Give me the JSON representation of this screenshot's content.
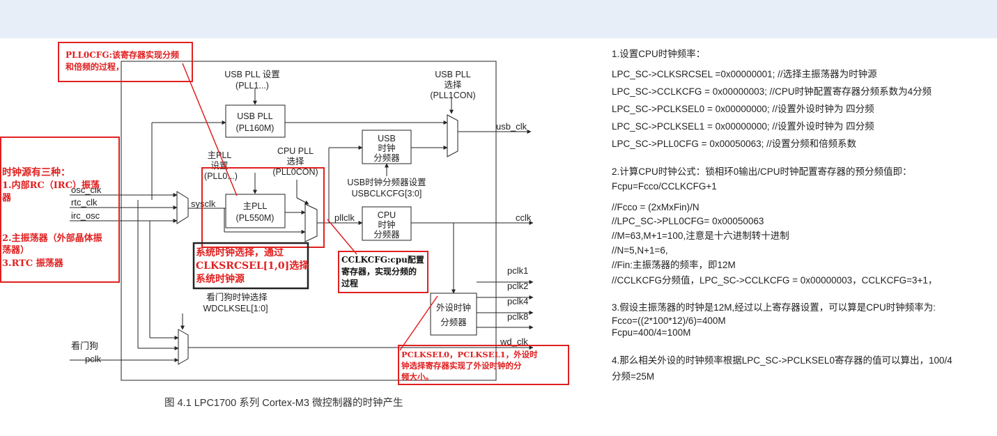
{
  "diagram": {
    "caption": "图 4.1   LPC1700 系列 Cortex-M3 微控制器的时钟产生",
    "inputs": {
      "osc": "osc_clk",
      "rtc": "rtc_clk",
      "irc": "irc_osc",
      "watchdog_line1": "看门狗",
      "watchdog_line2": "pclk"
    },
    "usb_pll_setting": {
      "line1": "USB PLL 设置",
      "line2": "(PLL1...)"
    },
    "usb_pll_block": {
      "line1": "USB PLL",
      "line2": "(PL160M)"
    },
    "usb_pll_select": {
      "line1": "USB PLL",
      "line2": "选择",
      "line3": "(PLL1CON)"
    },
    "usb_clk": "usb_clk",
    "main_pll_setting": {
      "line1": "主PLL",
      "line2": "设置",
      "line3": "(PLL0...)"
    },
    "cpu_pll_select": {
      "line1": "CPU PLL",
      "line2": "选择",
      "line3": "(PLL0CON)"
    },
    "main_pll_block": {
      "line1": "主PLL",
      "line2": "(PL550M)"
    },
    "sysclk": "sysclk",
    "pllclk": "pllclk",
    "usb_divider": {
      "line1": "USB",
      "line2": "时钟",
      "line3": "分频器"
    },
    "usb_divider_setting": {
      "line1": "USB时钟分频器设置",
      "line2": "USBCLKCFG[3:0]"
    },
    "cpu_divider": {
      "line1": "CPU",
      "line2": "时钟",
      "line3": "分频器"
    },
    "cclk": "cclk",
    "periph_divider": {
      "line1": "外设时钟",
      "line2": "分频器"
    },
    "pclks": [
      "pclk1",
      "pclk2",
      "pclk4",
      "pclk8"
    ],
    "wd_clk": "wd_clk",
    "wdt_select": {
      "line1": "看门狗时钟选择",
      "line2": "WDCLKSEL[1:0]"
    },
    "annotations": {
      "pll0cfg": {
        "line1": "PLL0CFG:该寄存器实现分频",
        "line2": "和倍频的过程，"
      },
      "sources": {
        "title": "时钟源有三种：",
        "line1": "1.内部RC（IRC）振荡",
        "line2": "器",
        "line3": "2.主振荡器（外部晶体振",
        "line4": "荡器）",
        "line5": "3.RTC 振荡器"
      },
      "sysclk_select": {
        "line1": "系统时钟选择，通过",
        "line2": "CLKSRCSEL[1,0]选择",
        "line3": "系统时钟源"
      },
      "cclkcfg": {
        "line1": "CCLKCFG:cpu配置",
        "line2": "寄存器，实现分频的",
        "line3": "过程"
      },
      "pclksel": {
        "line1": "PCLKSEL0，PCLKSEL1，外设时",
        "line2": "钟选择寄存器实现了外设时钟的分",
        "line3": "频大小。"
      }
    }
  },
  "notes": [
    "1.设置CPU时钟频率：",
    "LPC_SC->CLKSRCSEL =0x00000001; //选择主振荡器为时钟源",
    "LPC_SC->CCLKCFG   = 0x00000003;   //CPU时钟配置寄存器分频系数为4分频",
    " LPC_SC->PCLKSEL0   =  0x00000000;   //设置外设时钟为 四分频",
    "LPC_SC->PCLKSEL1   =  0x00000000;   //设置外设时钟为 四分频",
    " LPC_SC->PLL0CFG    = 0x00050063;    //设置分频和倍频系数",
    "2.计算CPU时钟公式：锁相环0输出/CPU时钟配置寄存器的预分频值即：",
    "Fcpu=Fcco/CCLKCFG+1",
    "//Fcco = (2xMxFin)/N",
    "//LPC_SC->PLL0CFG= 0x00050063",
    "//M=63,M+1=100,注意是十六进制转十进制",
    "//N=5,N+1=6,",
    "//Fin:主振荡器的频率，即12M",
    "//CCLKCFG分频值，LPC_SC->CCLKCFG    = 0x00000003，CCLKCFG=3+1，",
    "3.假设主振荡器的时钟是12M,经过以上寄存器设置，可以算是CPU时钟频率为:",
    "Fcco=((2*100*12)/6)=400M",
    "Fcpu=400/4=100M",
    "4.那么相关外设的时钟频率根据LPC_SC->PCLKSEL0寄存器的值可以算出，100/4",
    "分频=25M"
  ]
}
